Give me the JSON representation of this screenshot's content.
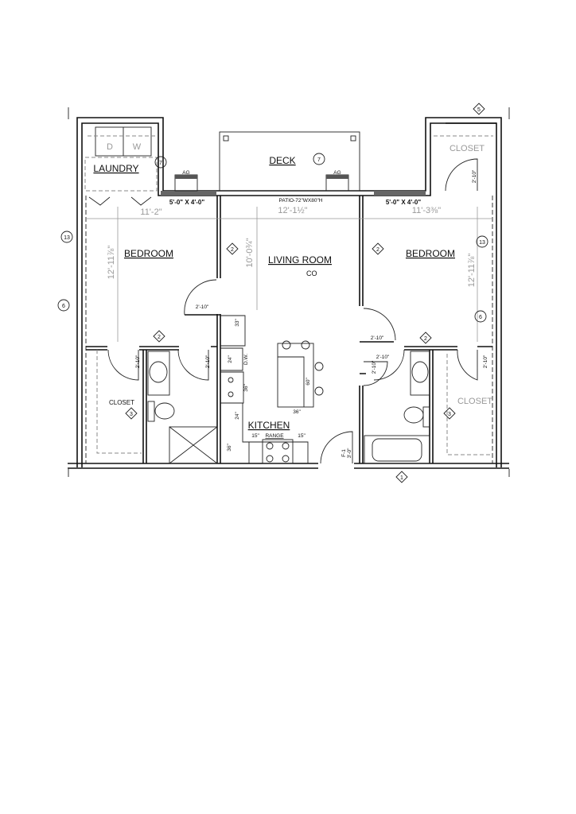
{
  "rooms": {
    "laundry": "LAUNDRY",
    "dryer": "D",
    "washer": "W",
    "deck": "DECK",
    "closet_top": "CLOSET",
    "bedroom_left": "BEDROOM",
    "bedroom_right": "BEDROOM",
    "living": "LIVING ROOM",
    "living_co": "CO",
    "kitchen": "KITCHEN",
    "closet_left": "CLOSET",
    "closet_right": "CLOSET",
    "range": "RANGE",
    "ag_left": "AG",
    "ag_right": "AG"
  },
  "dimensions": {
    "window_left": "5'-0\" X 4'-0\"",
    "window_right": "5'-0\" X 4'-0\"",
    "patio": "PATIO-72\"WX80\"H",
    "bedroom_left_w": "11'-2\"",
    "living_w": "12'-1½\"",
    "bedroom_right_w": "11'-3⅜\"",
    "bedroom_left_h": "12'-11⅞\"",
    "bedroom_right_h": "12'-11⅞\"",
    "living_h": "10'-0¾\"",
    "door_bed_left": "2'-10\"",
    "door_closet_left": "2'-10\"",
    "door_bath_left": "2'-10\"",
    "door_bed_right": "2'-10\"",
    "door_bath_right_a": "2'-10\"",
    "door_bath_right_b": "2'-10\"",
    "door_closet_right": "2'-10\"",
    "door_closet_top": "2'-10\"",
    "entry_door": "3'-0\"",
    "entry_tag": "F-1",
    "k_33": "33\"",
    "k_24a": "24\"",
    "k_dw": "D.W.",
    "k_36a": "36\"",
    "k_24b": "24\"",
    "k_36b": "36\"",
    "k_15a": "15\"",
    "k_15b": "15\"",
    "island_60": "60\"",
    "island_36": "36\""
  },
  "callouts": [
    "13",
    "6",
    "7",
    "7",
    "5",
    "13",
    "6",
    "2",
    "2",
    "2",
    "2",
    "3",
    "3",
    "1"
  ]
}
